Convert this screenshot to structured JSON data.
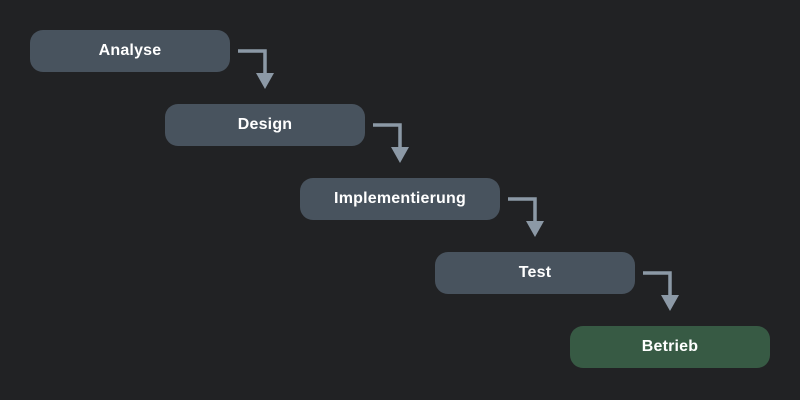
{
  "diagram": {
    "kind": "waterfall-process",
    "stages": [
      {
        "id": "analyse",
        "label": "Analyse"
      },
      {
        "id": "design",
        "label": "Design"
      },
      {
        "id": "implementierung",
        "label": "Implementierung"
      },
      {
        "id": "test",
        "label": "Test"
      },
      {
        "id": "betrieb",
        "label": "Betrieb"
      }
    ],
    "final_stage_index": 4,
    "colors": {
      "background": "#212224",
      "node_fill": "#48535e",
      "node_final_fill": "#375a44",
      "arrow": "#8c99a6",
      "text": "#ffffff"
    }
  }
}
